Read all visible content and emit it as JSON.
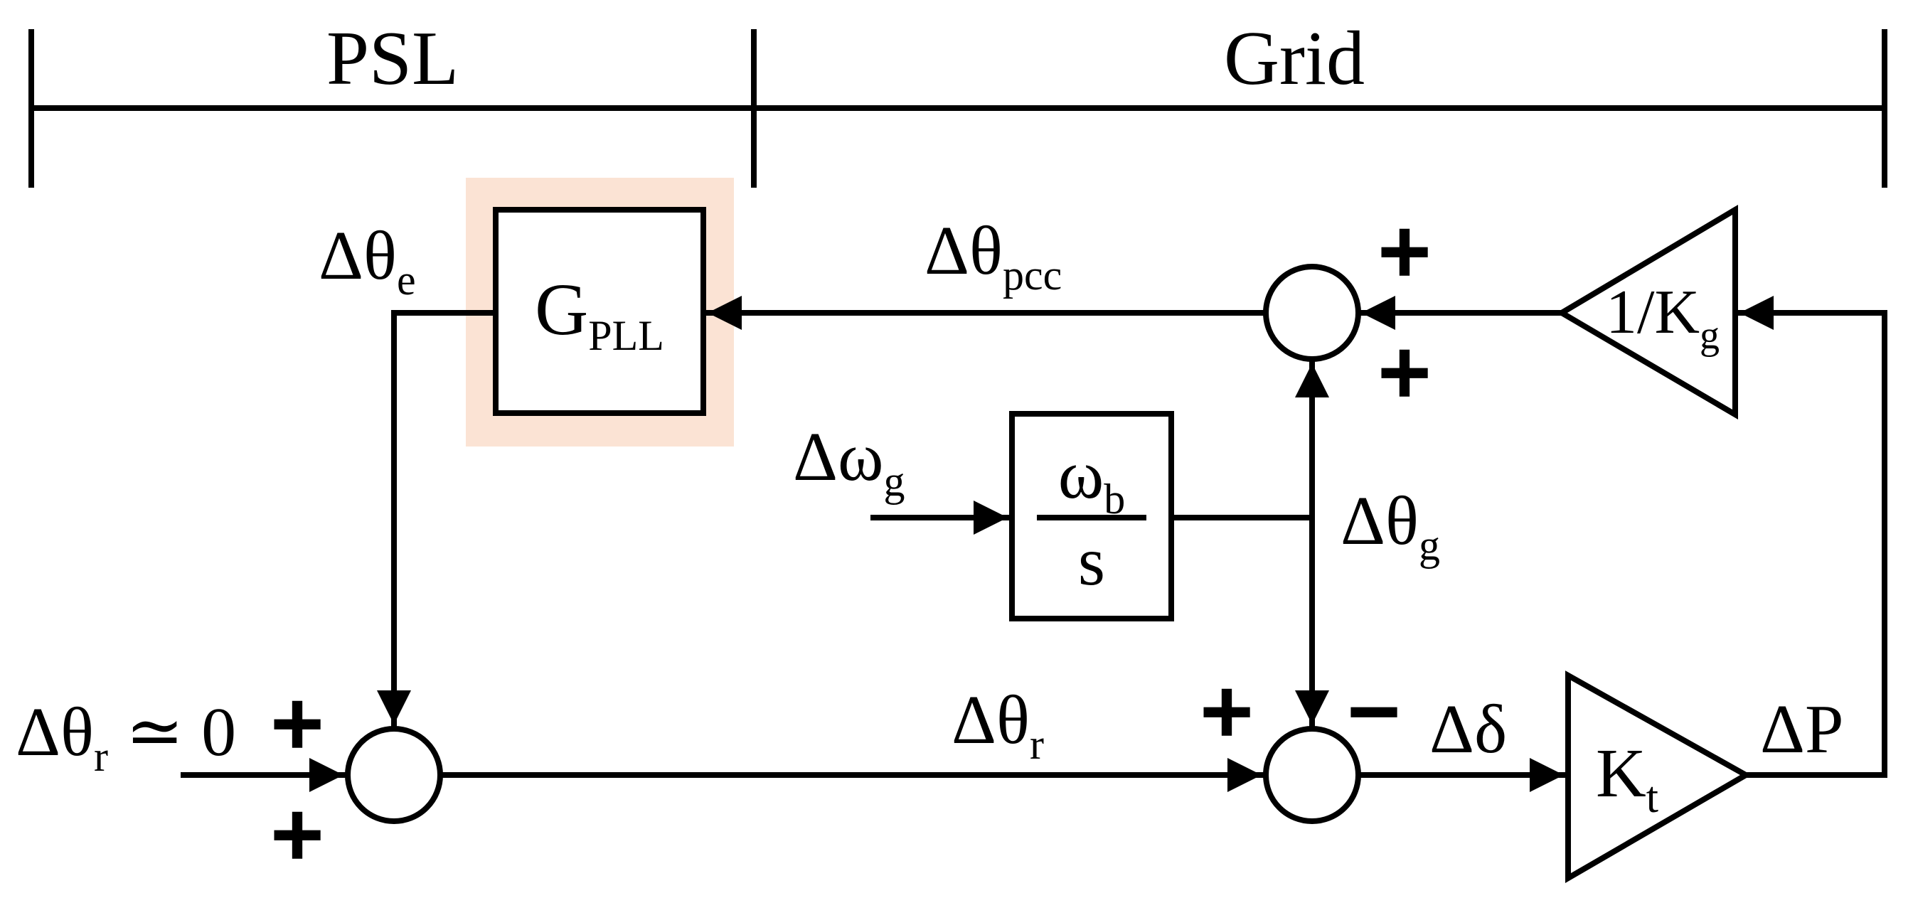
{
  "sections": {
    "left": "PSL",
    "right": "Grid"
  },
  "blocks": {
    "pll": {
      "main": "G",
      "sub": "PLL"
    },
    "integrator": {
      "num_main": "ω",
      "num_sub": "b",
      "den": "s"
    },
    "inv_gain": {
      "text": "1/K",
      "sub": "g"
    },
    "gain": {
      "main": "K",
      "sub": "t"
    }
  },
  "signals": {
    "theta_e": {
      "main": "Δθ",
      "sub": "e"
    },
    "theta_pcc": {
      "main": "Δθ",
      "sub": "pcc"
    },
    "omega_g": {
      "main": "Δω",
      "sub": "g"
    },
    "theta_g": {
      "main": "Δθ",
      "sub": "g"
    },
    "theta_r_in": {
      "main": "Δθ",
      "sub": "r",
      "suffix": " ≃ 0"
    },
    "theta_r": {
      "main": "Δθ",
      "sub": "r"
    },
    "delta": {
      "main": "Δδ"
    },
    "power": {
      "main": "ΔP"
    }
  },
  "signs": {
    "top_sum_upper": "+",
    "top_sum_lower": "+",
    "left_sum_upper": "+",
    "left_sum_lower": "+",
    "right_sum_left": "+",
    "right_sum_right": "−"
  },
  "colors": {
    "highlight": "#fbe3d4",
    "line": "#000000"
  }
}
